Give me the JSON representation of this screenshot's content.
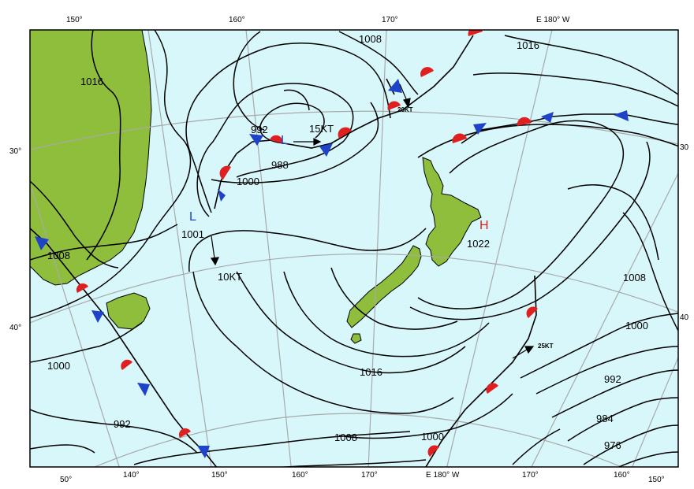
{
  "colors": {
    "background": "#ffffff",
    "sea": "#d7f7fb",
    "land": "#8fbe3c",
    "isobar": "#000000",
    "graticule": "#a9a9a9",
    "low_symbol": "#1e42c8",
    "high_symbol": "#e02020",
    "cold_front_triangle": "#1e42c8",
    "warm_front_semicircle": "#e02020"
  },
  "top_longitudes": [
    "150°",
    "160°",
    "170°",
    "E 180° W"
  ],
  "bottom_longitudes": [
    "50°",
    "140°",
    "150°",
    "160°",
    "170°",
    "E 180° W",
    "170°",
    "160°",
    "150°"
  ],
  "left_latitudes": [
    "30°",
    "40°"
  ],
  "right_latitudes": [
    "30",
    "40"
  ],
  "isobar_labels": [
    "1016",
    "1008",
    "1016",
    "992",
    "988",
    "1000",
    "1001",
    "1008",
    "1022",
    "1008",
    "1000",
    "1000",
    "1016",
    "992",
    "984",
    "976",
    "992",
    "1008",
    "1000"
  ],
  "wind_labels": [
    "15KT",
    "10KT",
    "20KT",
    "25KT"
  ],
  "pressure_centers": [
    {
      "symbol": "L",
      "type": "low"
    },
    {
      "symbol": "L",
      "type": "low"
    },
    {
      "symbol": "H",
      "type": "high"
    }
  ]
}
